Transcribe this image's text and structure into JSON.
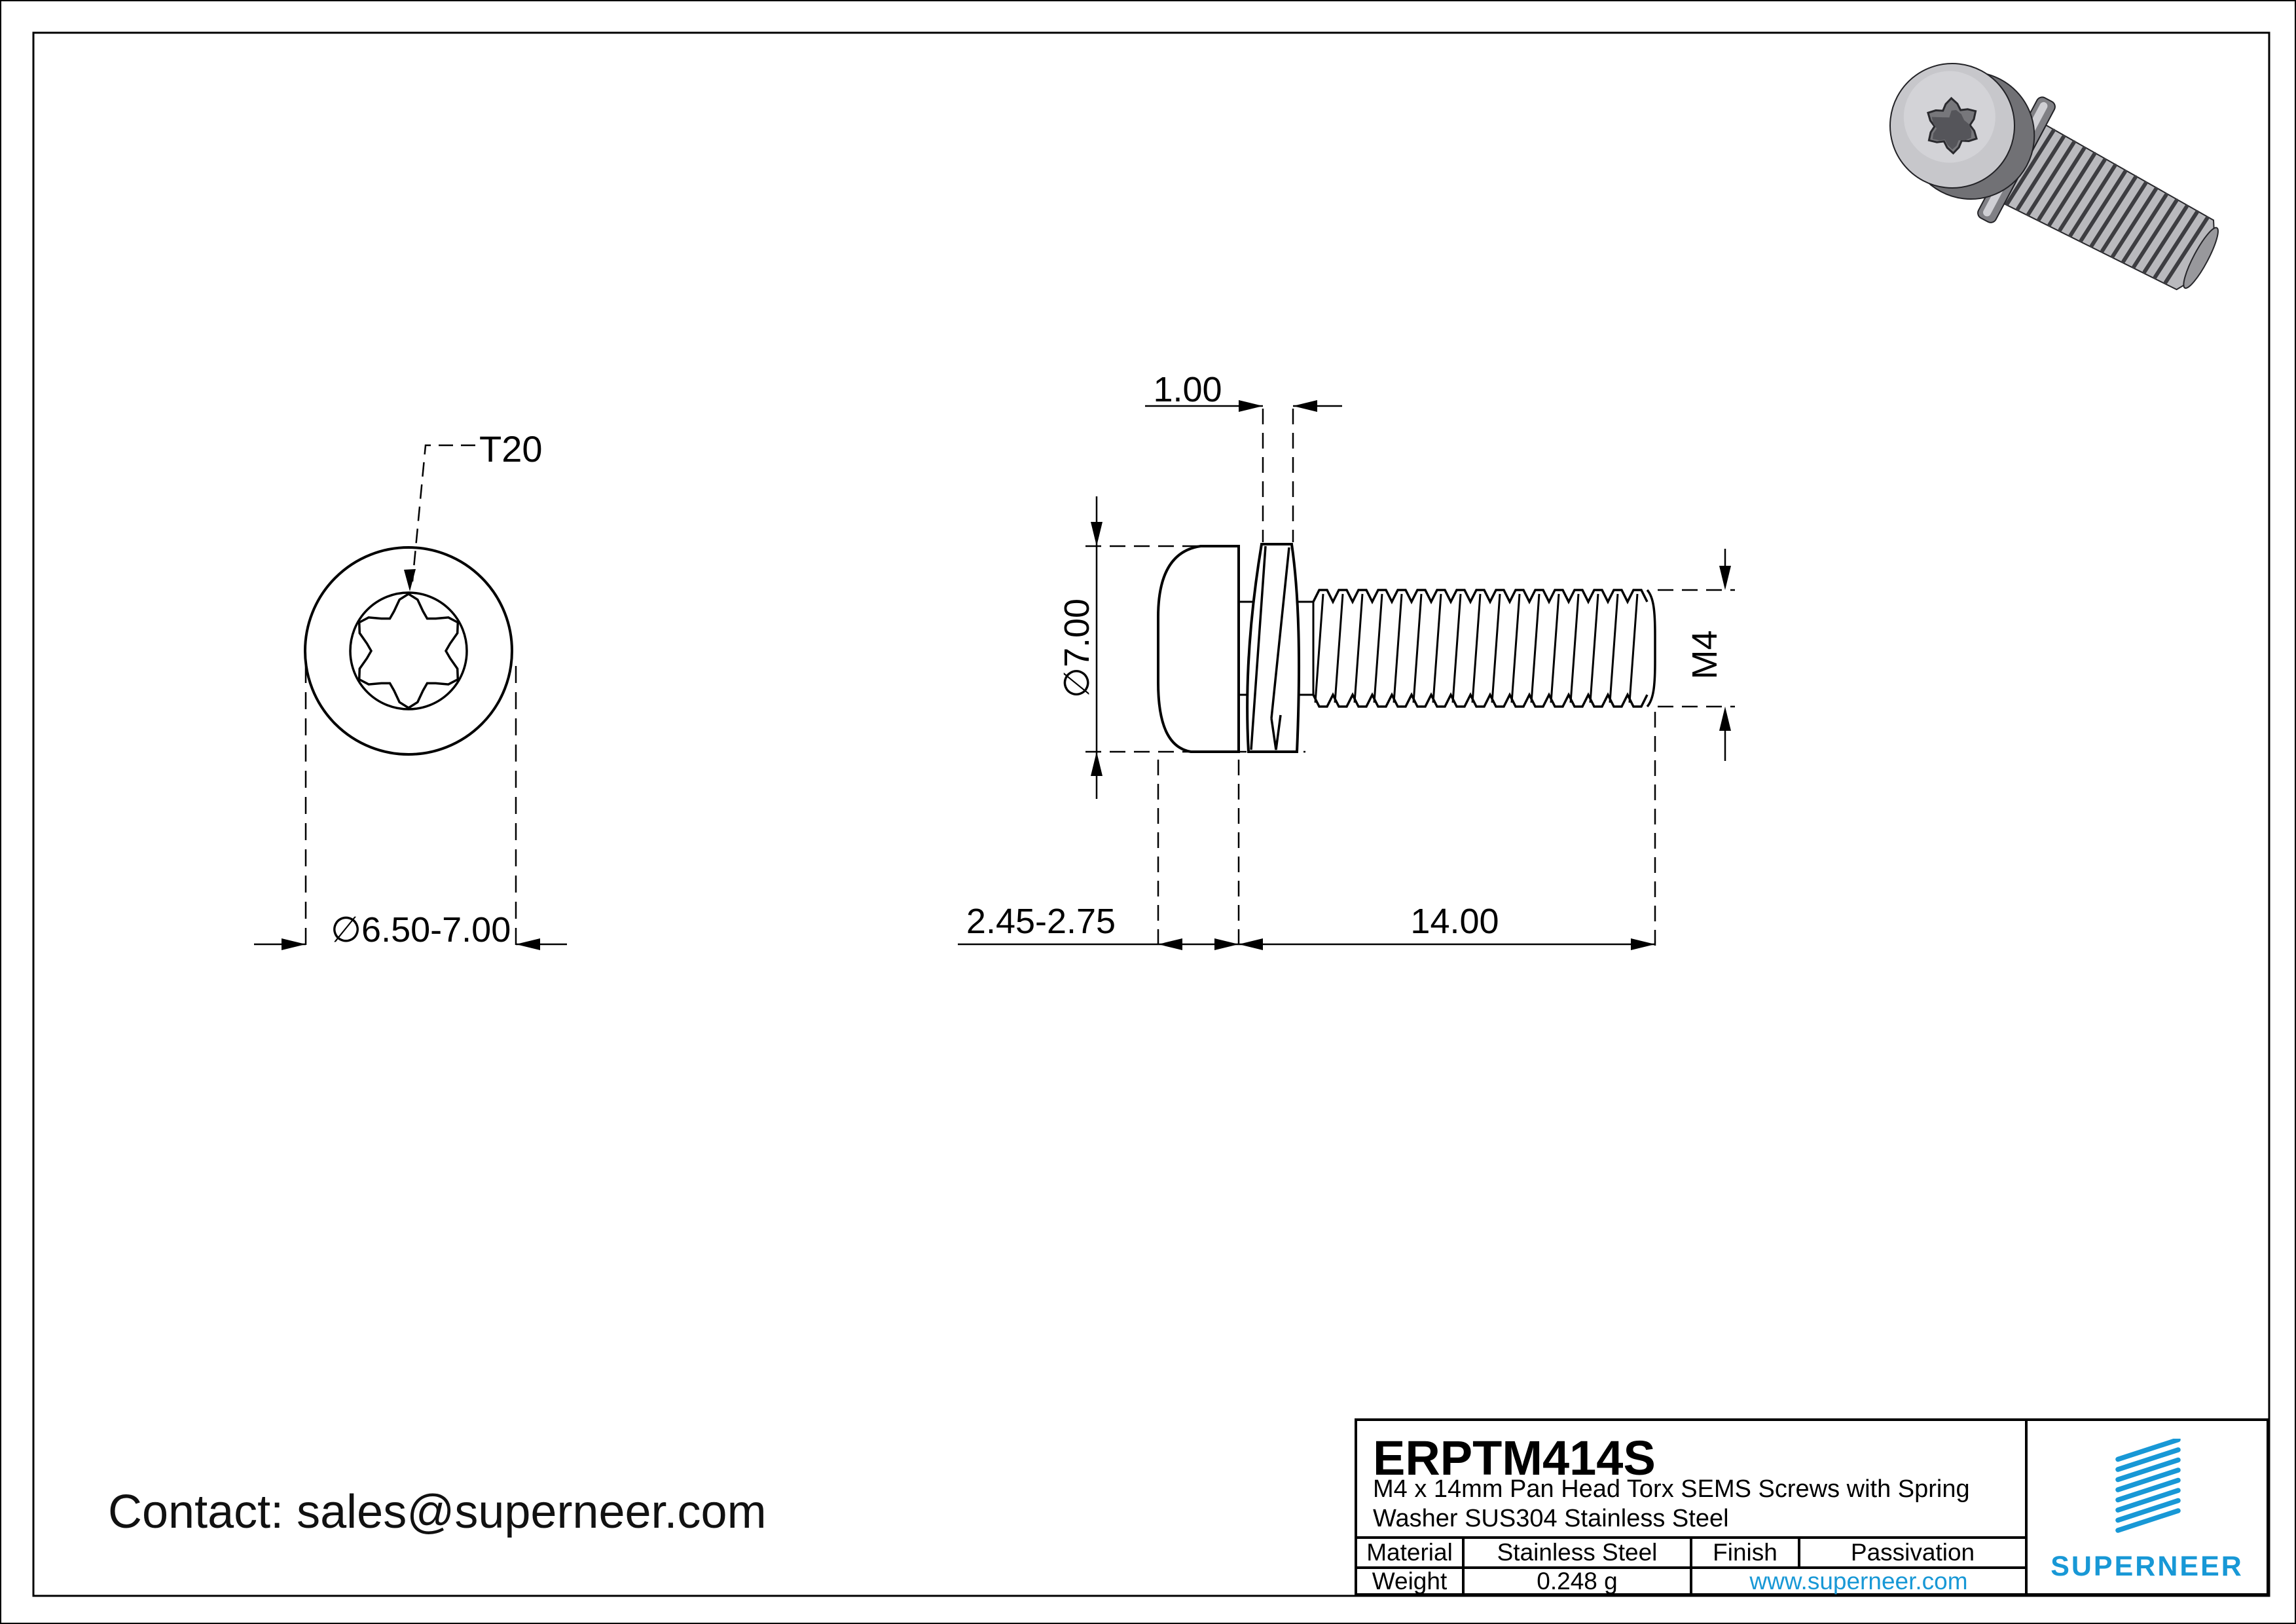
{
  "drawing": {
    "contact": "Contact: sales@superneer.com",
    "front_view": {
      "torx_label": "T20",
      "head_diameter": "∅6.50-7.00"
    },
    "side_view": {
      "washer_thickness": "1.00",
      "head_diameter": "∅7.00",
      "thread_spec": "M4",
      "head_height": "2.45-2.75",
      "thread_length": "14.00"
    },
    "title_block": {
      "part_number": "ERPTM414S",
      "description_line1": "M4 x 14mm Pan Head Torx SEMS Screws with Spring",
      "description_line2": "Washer SUS304 Stainless Steel",
      "material_label": "Material",
      "material_value": "Stainless Steel",
      "finish_label": "Finish",
      "finish_value": "Passivation",
      "weight_label": "Weight",
      "weight_value": "0.248 g",
      "website": "www.superneer.com",
      "brand": "SUPERNEER"
    },
    "colors": {
      "accent_blue": "#1898d6",
      "line": "#000000"
    }
  }
}
